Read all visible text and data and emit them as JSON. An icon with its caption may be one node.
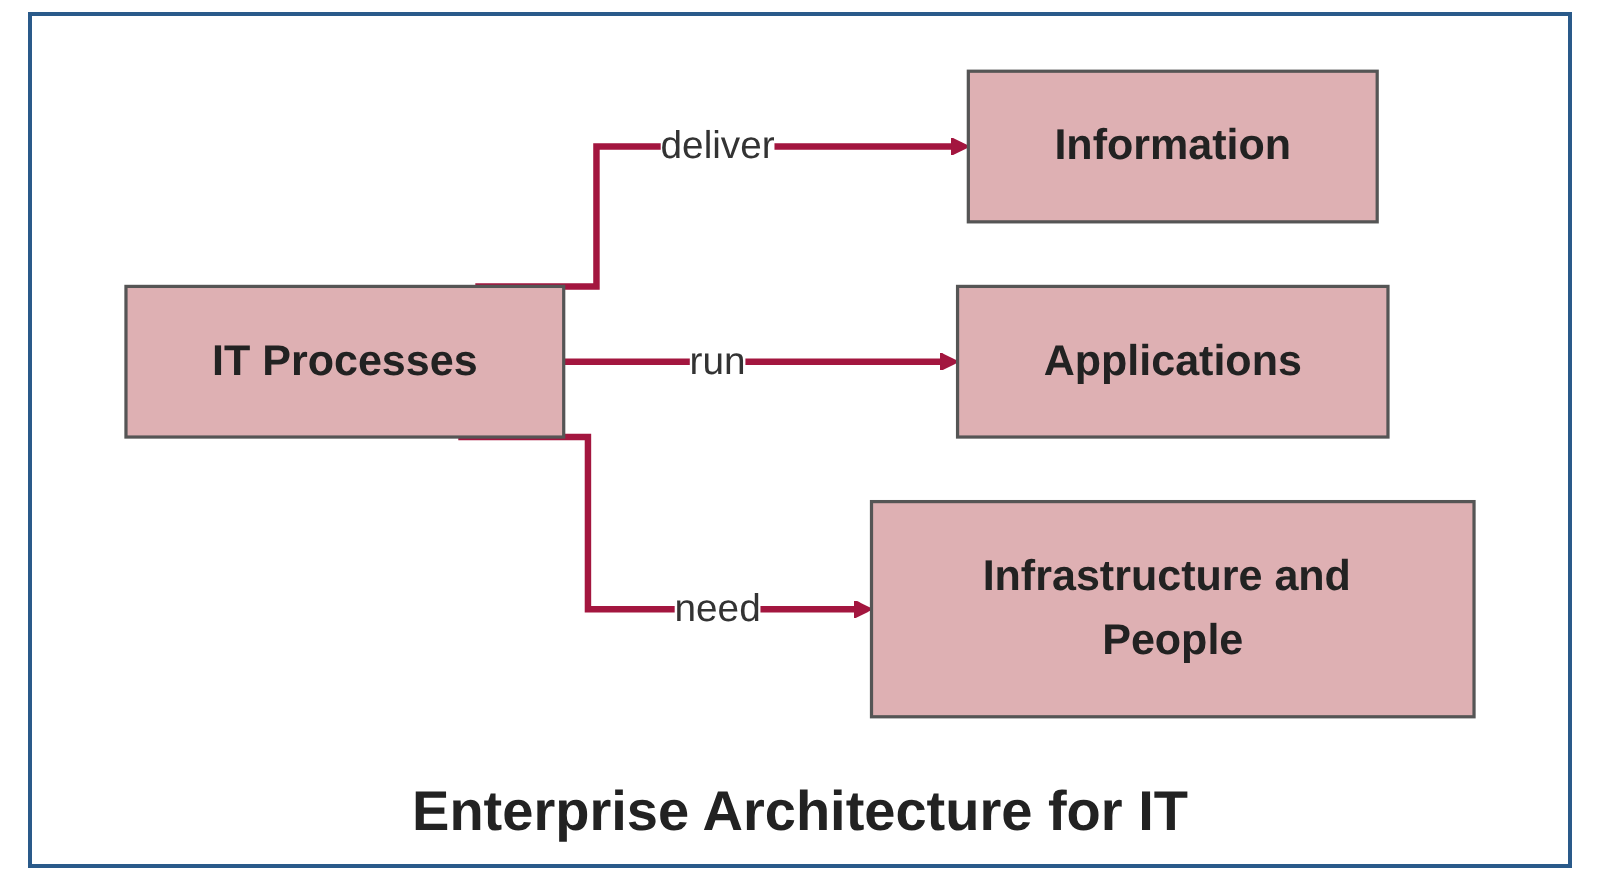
{
  "diagram": {
    "title": "Enterprise Architecture for IT",
    "nodes": [
      {
        "text": [
          "IT Processes"
        ]
      },
      {
        "text": [
          "Information"
        ]
      },
      {
        "text": [
          "Applications"
        ]
      },
      {
        "text": [
          "Infrastructure and People"
        ]
      }
    ],
    "edges": [
      {
        "from": 0,
        "to": 1,
        "arrow": "to",
        "label": "deliver"
      },
      {
        "from": 0,
        "to": 2,
        "arrow": "to",
        "label": "run"
      },
      {
        "from": 0,
        "to": 3,
        "arrow": "to",
        "label": "need"
      }
    ]
  }
}
